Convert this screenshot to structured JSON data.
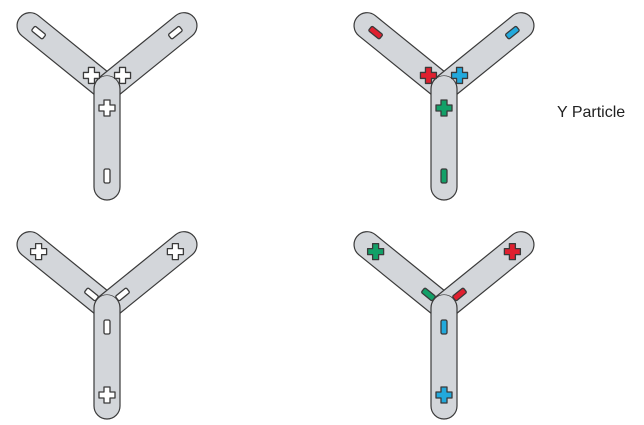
{
  "caption": "Y Particle",
  "colors": {
    "arm_fill": "#d3d6da",
    "arm_stroke": "#3a3a3a",
    "red": "#e0202f",
    "blue": "#22a9dc",
    "green": "#12a068",
    "white": "#ffffff"
  },
  "particles": [
    {
      "name": "particle-top-left",
      "arms": [
        {
          "arm": "left",
          "outer": "minus",
          "inner": "plus",
          "color": "white"
        },
        {
          "arm": "right",
          "outer": "minus",
          "inner": "plus",
          "color": "white"
        },
        {
          "arm": "down",
          "outer": "minus",
          "inner": "plus",
          "color": "white"
        }
      ]
    },
    {
      "name": "particle-top-right",
      "arms": [
        {
          "arm": "left",
          "outer": "minus",
          "inner": "plus",
          "color": "red"
        },
        {
          "arm": "right",
          "outer": "minus",
          "inner": "plus",
          "color": "blue"
        },
        {
          "arm": "down",
          "outer": "minus",
          "inner": "plus",
          "color": "green"
        }
      ]
    },
    {
      "name": "particle-bottom-left",
      "arms": [
        {
          "arm": "left",
          "outer": "plus",
          "inner": "minus",
          "color": "white"
        },
        {
          "arm": "right",
          "outer": "plus",
          "inner": "minus",
          "color": "white"
        },
        {
          "arm": "down",
          "outer": "plus",
          "inner": "minus",
          "color": "white"
        }
      ]
    },
    {
      "name": "particle-bottom-right",
      "arms": [
        {
          "arm": "left",
          "outer": "plus",
          "inner": "minus",
          "color": "green"
        },
        {
          "arm": "right",
          "outer": "plus",
          "inner": "minus",
          "color": "red"
        },
        {
          "arm": "down",
          "outer": "plus",
          "inner": "minus",
          "color": "blue"
        }
      ]
    }
  ]
}
